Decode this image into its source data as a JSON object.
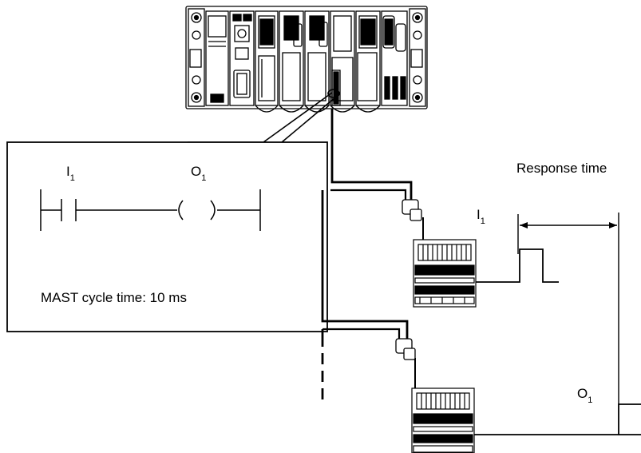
{
  "diagram": {
    "ladder": {
      "contact_label": "I",
      "contact_sub": "1",
      "coil_label": "O",
      "coil_sub": "1",
      "cycle_time_text": "MAST cycle time: 10 ms"
    },
    "timing": {
      "response_time_label": "Response time",
      "input_label": "I",
      "input_sub": "1",
      "output_label": "O",
      "output_sub": "1"
    }
  }
}
